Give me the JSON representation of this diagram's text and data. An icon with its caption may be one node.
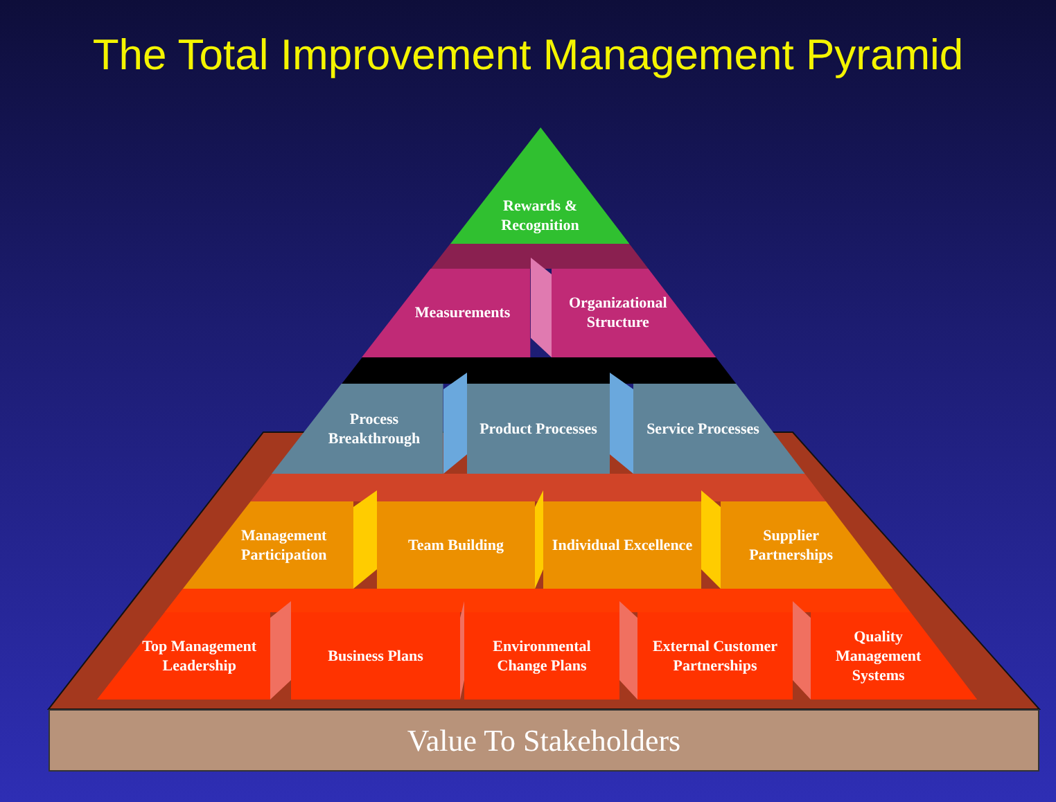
{
  "diagram": {
    "title": "The Total Improvement Management Pyramid",
    "nodes": [
      {
        "text": [
          "Rewards & Recognition"
        ]
      },
      {
        "text": [
          "Measurements"
        ]
      },
      {
        "text": [
          "Organizational Structure"
        ]
      },
      {
        "text": [
          "Process Breakthrough"
        ]
      },
      {
        "text": [
          "Product Processes"
        ]
      },
      {
        "text": [
          "Service Processes"
        ]
      },
      {
        "text": [
          "Management Participation"
        ]
      },
      {
        "text": [
          "Team Building"
        ]
      },
      {
        "text": [
          "Individual Excellence"
        ]
      },
      {
        "text": [
          "Supplier Partnerships"
        ]
      },
      {
        "text": [
          "Top Management Leadership"
        ]
      },
      {
        "text": [
          "Business Plans"
        ]
      },
      {
        "text": [
          "Environmental Change Plans"
        ]
      },
      {
        "text": [
          "External Customer Partnerships"
        ]
      },
      {
        "text": [
          "Quality Management Systems"
        ]
      },
      {
        "text": [
          "Value To Stakeholders"
        ]
      }
    ]
  }
}
